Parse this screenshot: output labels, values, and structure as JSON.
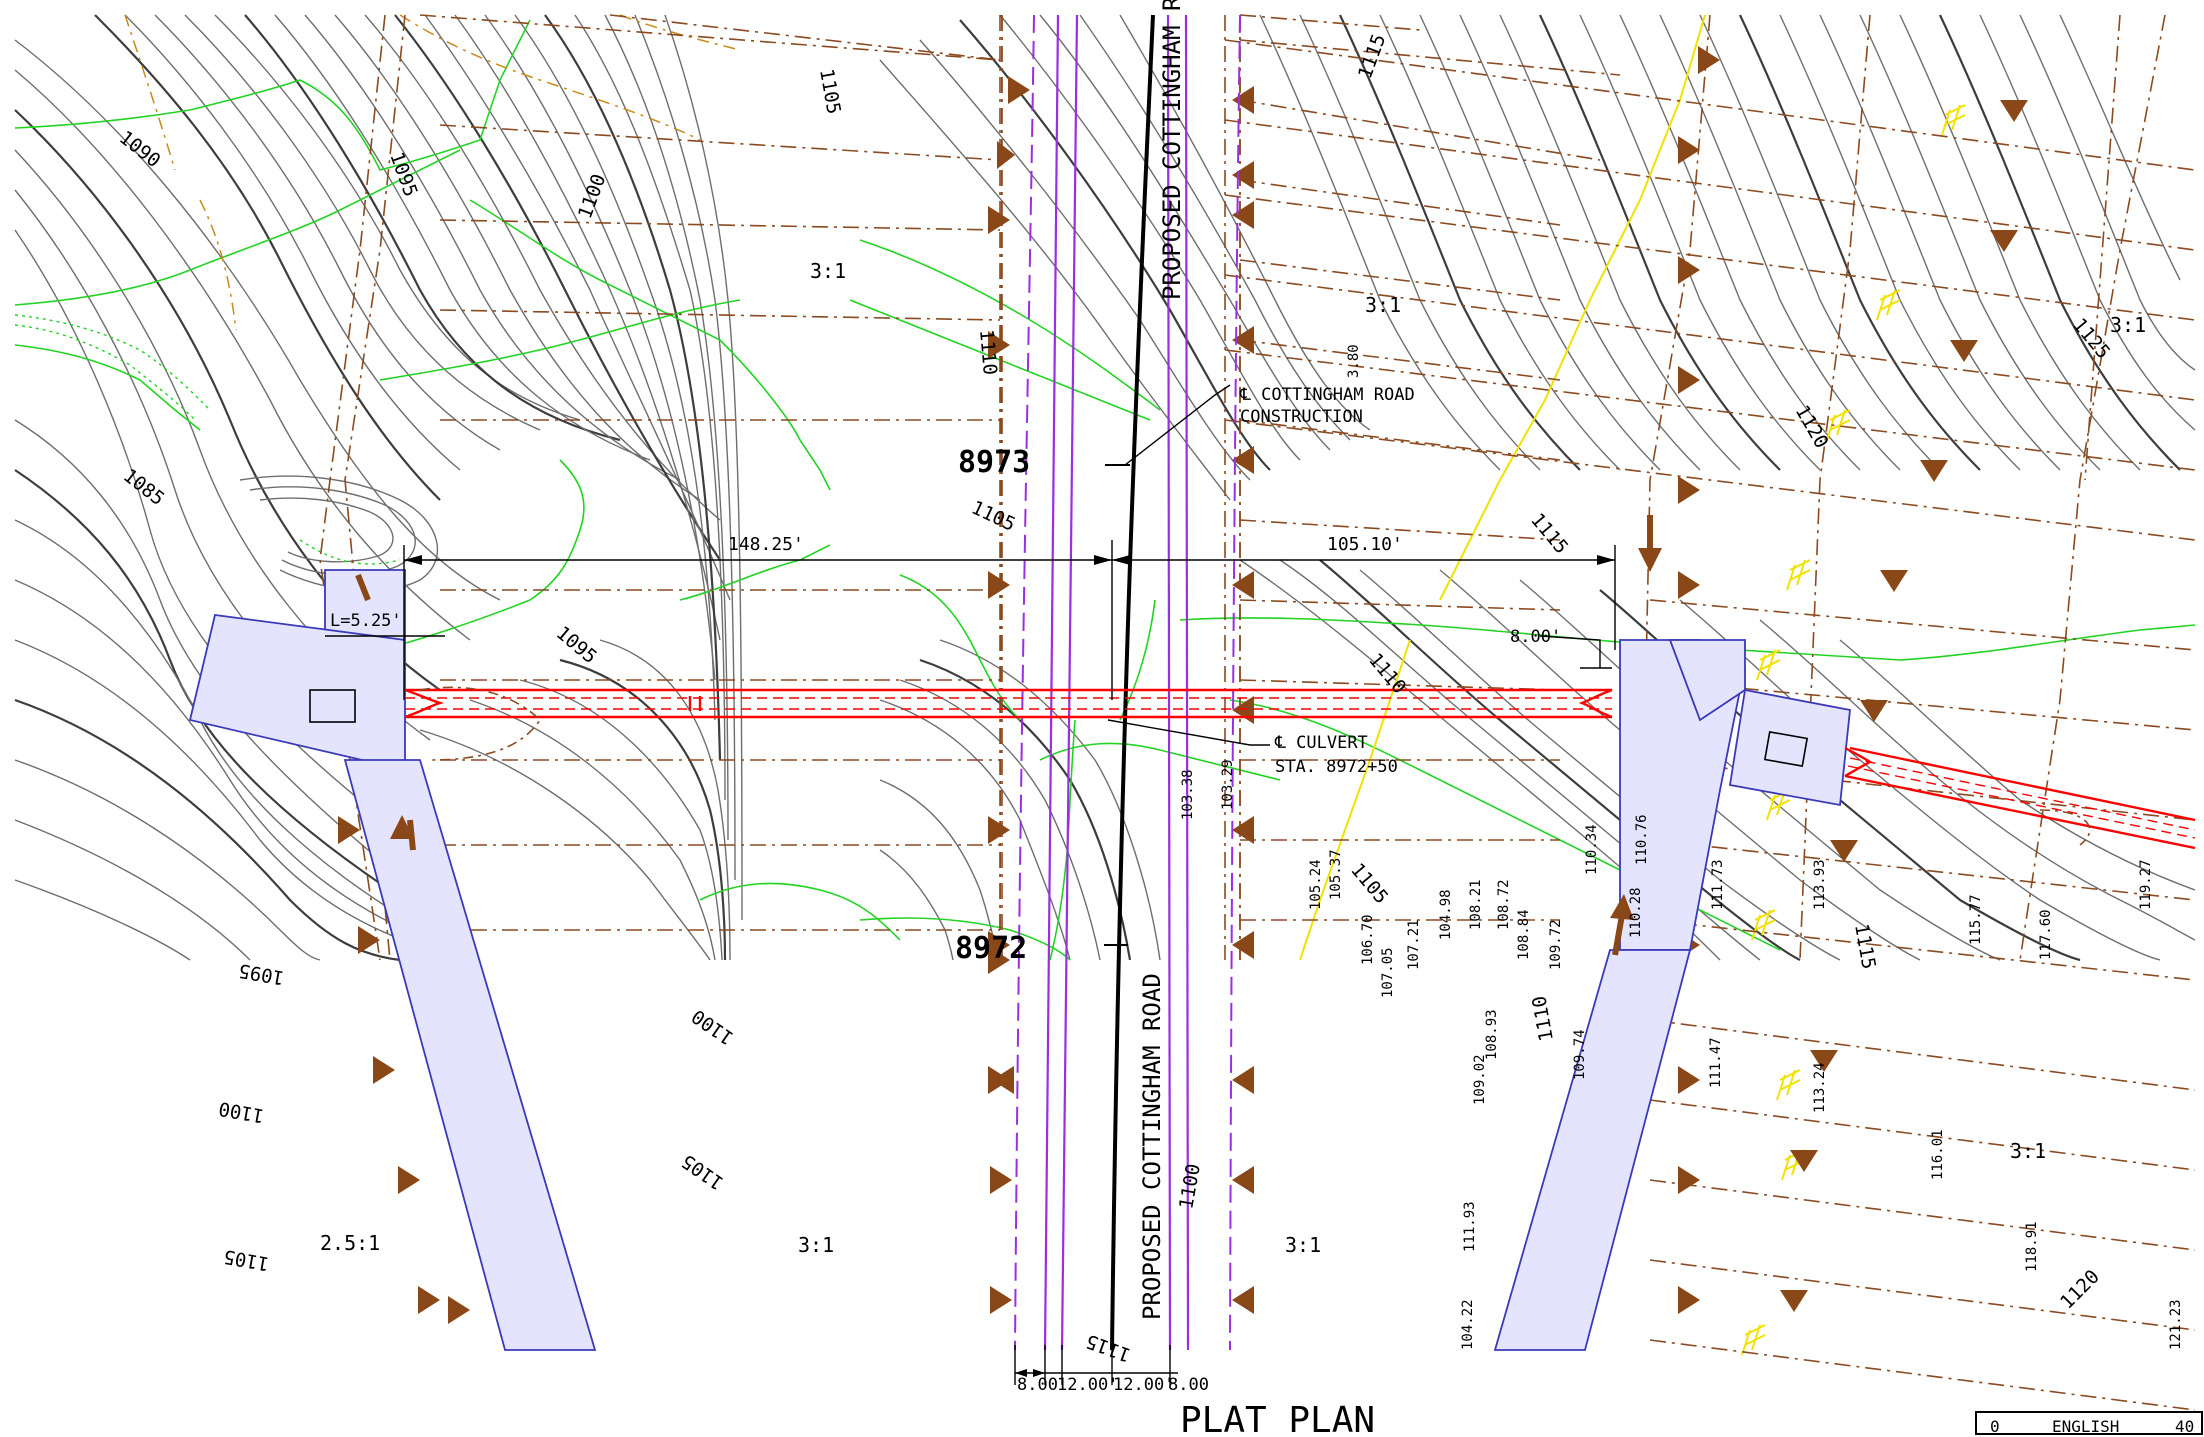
{
  "sheet": {
    "title": "PLAT PLAN",
    "scale_bar": {
      "zero": "0",
      "label": "ENGLISH",
      "end": "40"
    }
  },
  "road": {
    "name_upper": "PROPOSED COTTINGHAM ROAD",
    "name_lower": "PROPOSED COTTINGHAM ROAD",
    "centerline_note_line1": "℄ COTTINGHAM ROAD",
    "centerline_note_line2": "CONSTRUCTION",
    "station_upper": "8973",
    "station_lower": "8972"
  },
  "culvert": {
    "note_line1": "℄ CULVERT",
    "note_line2": "STA. 8972+50",
    "left_length": "148.25'",
    "right_length": "105.10'",
    "left_apron": "L=5.25'",
    "right_offset": "8.00'"
  },
  "section_dims": [
    "8.00",
    "12.00'",
    "12.00'",
    "8.00"
  ],
  "slopes": [
    "3:1",
    "3:1",
    "3:1",
    "2.5:1",
    "3:1",
    "3:1",
    "3:1",
    "3:1"
  ],
  "contour_labels": [
    "1090",
    "1095",
    "1100",
    "1105",
    "1085",
    "1095",
    "1095",
    "1100",
    "1100",
    "1105",
    "1105",
    "1110",
    "1115",
    "1120",
    "1125",
    "1110",
    "1115",
    "1115",
    "1120",
    "1110",
    "1105",
    "1100",
    "1115",
    "1105"
  ],
  "spot_elevations": [
    "103.38",
    "103.29",
    "105.24",
    "105.37",
    "106.70",
    "107.05",
    "107.21",
    "104.98",
    "108.21",
    "108.72",
    "108.84",
    "109.72",
    "110.34",
    "110.76",
    "110.28",
    "111.73",
    "113.93",
    "115.77",
    "117.60",
    "119.27",
    "111.47",
    "113.24",
    "116.01",
    "111.93",
    "118.91",
    "121.23",
    "109.02",
    "108.93",
    "109.74",
    "104.22",
    "3.80"
  ]
}
